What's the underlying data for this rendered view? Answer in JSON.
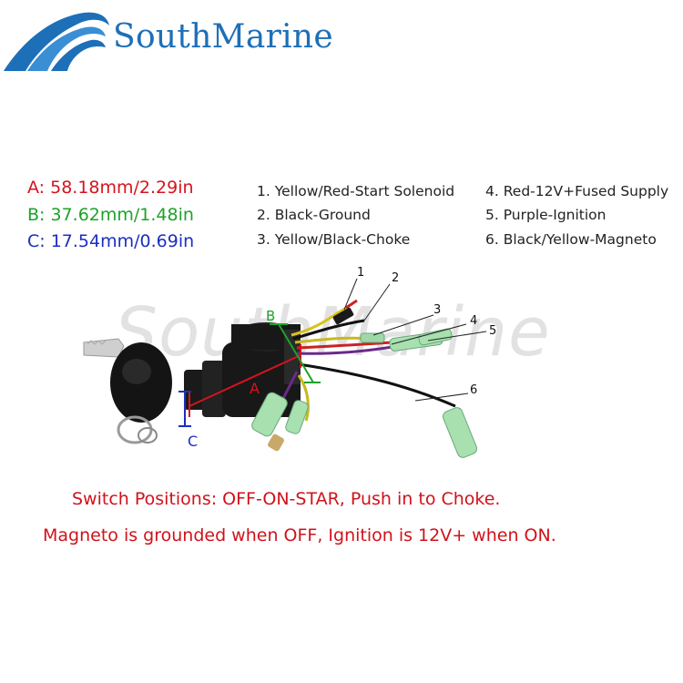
{
  "brand": {
    "name": "SouthMarine",
    "color": "#1d6fb8"
  },
  "dimensions": [
    {
      "label": "A",
      "text": "A: 58.18mm/2.29in",
      "color": "#d6141c"
    },
    {
      "label": "B",
      "text": "B: 37.62mm/1.48in",
      "color": "#1fa12a"
    },
    {
      "label": "C",
      "text": "C: 17.54mm/0.69in",
      "color": "#1b2fc0"
    }
  ],
  "wires": [
    {
      "number": "1",
      "text": "1. Yellow/Red-Start Solenoid"
    },
    {
      "number": "2",
      "text": "2. Black-Ground"
    },
    {
      "number": "3",
      "text": "3. Yellow/Black-Choke"
    },
    {
      "number": "4",
      "text": "4. Red-12V+Fused Supply"
    },
    {
      "number": "5",
      "text": "5. Purple-Ignition"
    },
    {
      "number": "6",
      "text": "6. Black/Yellow-Magneto"
    }
  ],
  "watermark": "SouthMarine",
  "notes": [
    "Switch Positions: OFF-ON-STAR, Push in to Choke.",
    "Magneto is grounded when OFF,  Ignition is 12V+ when ON."
  ],
  "notes_color": "#d0121b"
}
